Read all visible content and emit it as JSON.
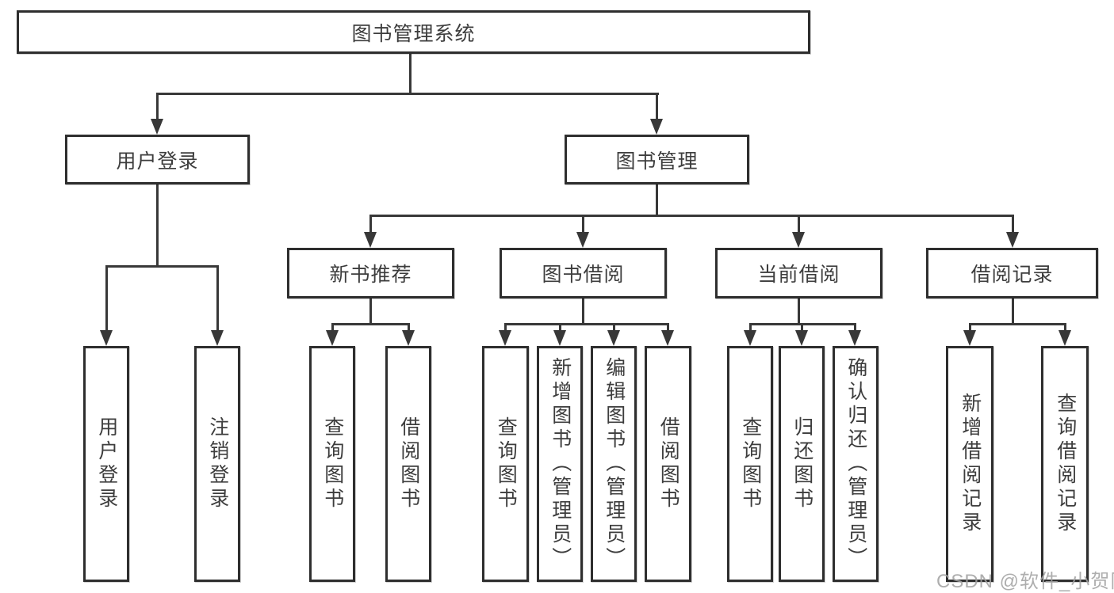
{
  "tree": {
    "root": {
      "label": "图书管理系统",
      "children": [
        {
          "label": "用户登录",
          "children": [
            {
              "label": "用户登录"
            },
            {
              "label": "注销登录"
            }
          ]
        },
        {
          "label": "图书管理",
          "children": [
            {
              "label": "新书推荐",
              "children": [
                {
                  "label": "查询图书"
                },
                {
                  "label": "借阅图书"
                }
              ]
            },
            {
              "label": "图书借阅",
              "children": [
                {
                  "label": "查询图书"
                },
                {
                  "label": "新增图书（管理员）"
                },
                {
                  "label": "编辑图书（管理员）"
                },
                {
                  "label": "借阅图书"
                }
              ]
            },
            {
              "label": "当前借阅",
              "children": [
                {
                  "label": "查询图书"
                },
                {
                  "label": "归还图书"
                },
                {
                  "label": "确认归还（管理员）"
                }
              ]
            },
            {
              "label": "借阅记录",
              "children": [
                {
                  "label": "新增借阅记录"
                },
                {
                  "label": "查询借阅记录"
                }
              ]
            }
          ]
        }
      ]
    }
  },
  "watermark": {
    "text": "CSDN @软件_小贺同学"
  },
  "colors": {
    "line": "#383838",
    "box_border": "#2e2e2e",
    "box_fill": "#ffffff",
    "text": "#3d3d3d",
    "watermark": "#a3a3a3"
  }
}
